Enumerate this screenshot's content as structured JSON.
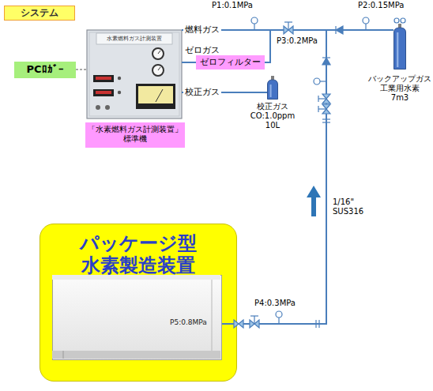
{
  "diagram": {
    "nodes": [
      {
        "text": [
          "システム"
        ]
      },
      {
        "text": [
          "PCﾛｶﾞｰ"
        ]
      },
      {
        "text": [
          "水素燃料ガス計測装置"
        ]
      },
      {
        "text": [
          "ゼロフィルター"
        ]
      },
      {
        "text": [
          "校正ガス CO:1.0ppm 10L"
        ]
      },
      {
        "text": [
          "バックアップガス 工業用水素 7m3"
        ]
      },
      {
        "text": [
          "「水素燃料ガス計測装置」 標準機"
        ]
      },
      {
        "text": [
          "パッケージ型 水素製造装置"
        ]
      },
      {
        "text": [
          "P5:0.8MPa"
        ],
        "in": 7
      }
    ],
    "edges": [
      {
        "from": 1,
        "to": 2,
        "arrow": "none"
      },
      {
        "from": 3,
        "to": 2,
        "arrow": "none"
      },
      {
        "from": 4,
        "to": 2,
        "arrow": "none"
      },
      {
        "from": 5,
        "to": 2,
        "arrow": "none"
      },
      {
        "from": 8,
        "to": 2,
        "arrow": "none"
      },
      {
        "from": 5,
        "to": 3,
        "arrow": "none"
      },
      {
        "from": 8,
        "to": 3,
        "arrow": "none"
      }
    ],
    "labels": [
      "P1:0.1MPa",
      "P2:0.15MPa",
      "燃料ガス",
      "P3:0.2MPa",
      "ゼロガス",
      "校正ガス",
      "1/16\" SUS316",
      "P4:0.3MPa"
    ]
  }
}
